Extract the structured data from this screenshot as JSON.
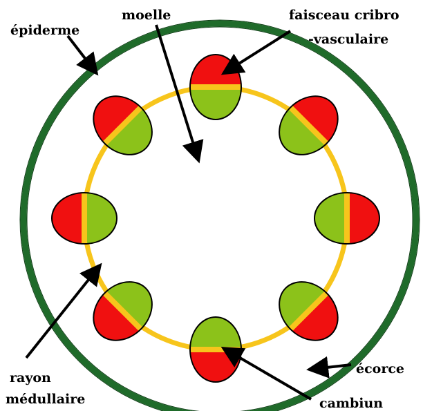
{
  "labels": {
    "epiderme": "épiderme",
    "moelle": "moelle",
    "faisceau_line1": "faisceau cribro",
    "faisceau_line2": "-vasculaire",
    "rayon_line1": "rayon",
    "rayon_line2": "médullaire",
    "ecorce": "écorce",
    "cambium": "cambiun"
  },
  "colors": {
    "epidermis": "#1f6b2a",
    "cambium_ring": "#f7c51c",
    "phloem": "#f01010",
    "xylem": "#8cc21a",
    "background": "#ffffff",
    "arrow": "#000000"
  },
  "structure": {
    "vascular_bundle_count": 8
  }
}
